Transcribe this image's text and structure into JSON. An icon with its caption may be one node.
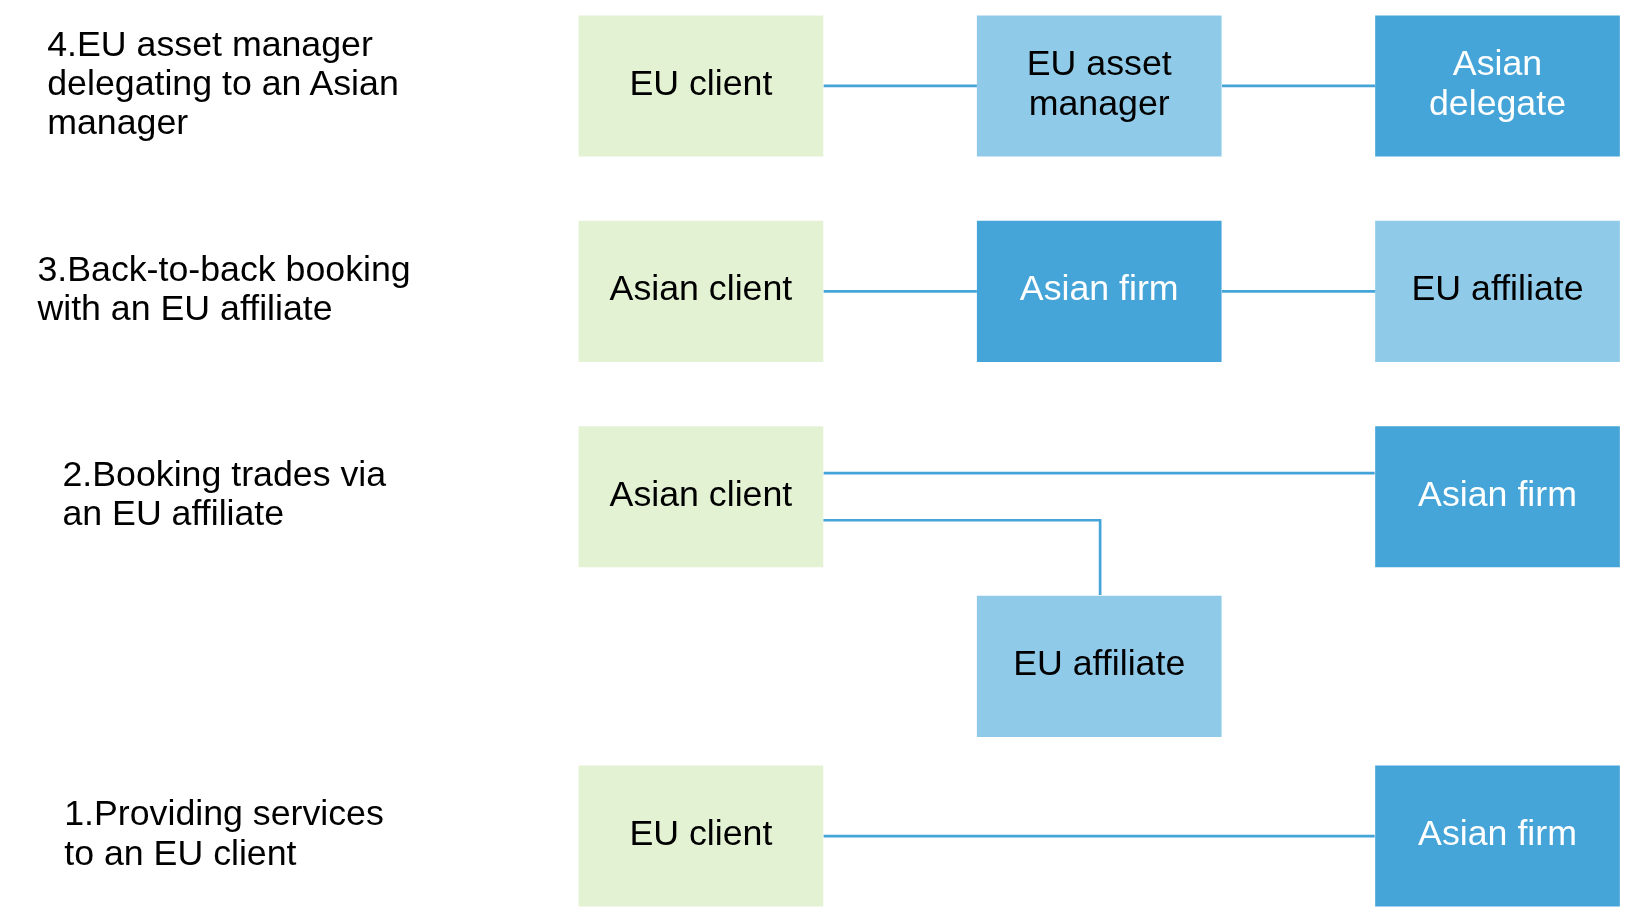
{
  "diagram": {
    "nodes": [
      {
        "text": [
          "EU client"
        ]
      },
      {
        "text": [
          "Asian firm"
        ]
      },
      {
        "text": [
          "Asian client"
        ]
      },
      {
        "text": [
          "Asian firm"
        ]
      },
      {
        "text": [
          "EU affiliate"
        ]
      },
      {
        "text": [
          "Asian client"
        ]
      },
      {
        "text": [
          "Asian firm"
        ]
      },
      {
        "text": [
          "EU affiliate"
        ]
      },
      {
        "text": [
          "EU client"
        ]
      },
      {
        "text": [
          "EU asset manager"
        ]
      },
      {
        "text": [
          "Asian delegate"
        ]
      }
    ],
    "edges": [
      {
        "from": 0,
        "to": 1,
        "arrow": "none"
      },
      {
        "from": 2,
        "to": 3,
        "arrow": "none"
      },
      {
        "from": 2,
        "to": 4,
        "arrow": "none"
      },
      {
        "from": 5,
        "to": 6,
        "arrow": "none"
      },
      {
        "from": 6,
        "to": 7,
        "arrow": "none"
      },
      {
        "from": 8,
        "to": 9,
        "arrow": "none"
      },
      {
        "from": 9,
        "to": 10,
        "arrow": "none"
      }
    ],
    "labels": [
      "1.Providing services to an EU client",
      "2.Booking trades via an EU affiliate",
      "3.Back-to-back booking with an EU affiliate",
      "4.EU asset manager delegating to an Asian manager"
    ]
  }
}
